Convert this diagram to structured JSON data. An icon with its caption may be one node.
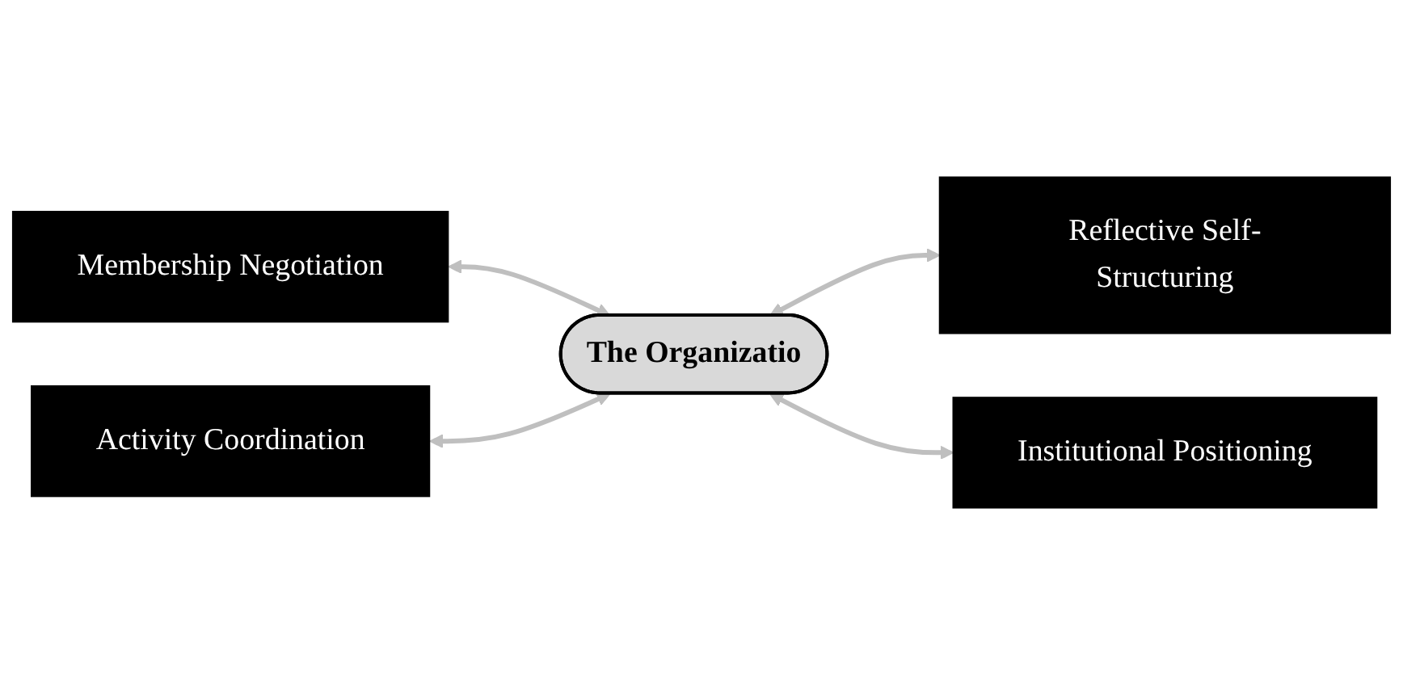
{
  "diagram": {
    "nodes": [
      {
        "text": [
          "Membership Negotiation"
        ]
      },
      {
        "text": [
          "Activity Coordination"
        ]
      },
      {
        "text": [
          "The Organizatio"
        ]
      },
      {
        "text": [
          "Reflective Self-Structuring"
        ]
      },
      {
        "text": [
          "Institutional Positioning"
        ]
      }
    ],
    "edges": [
      {
        "from": 0,
        "to": 2,
        "arrow": "both"
      },
      {
        "from": 1,
        "to": 2,
        "arrow": "both"
      },
      {
        "from": 2,
        "to": 3,
        "arrow": "both"
      },
      {
        "from": 2,
        "to": 4,
        "arrow": "both"
      }
    ]
  }
}
